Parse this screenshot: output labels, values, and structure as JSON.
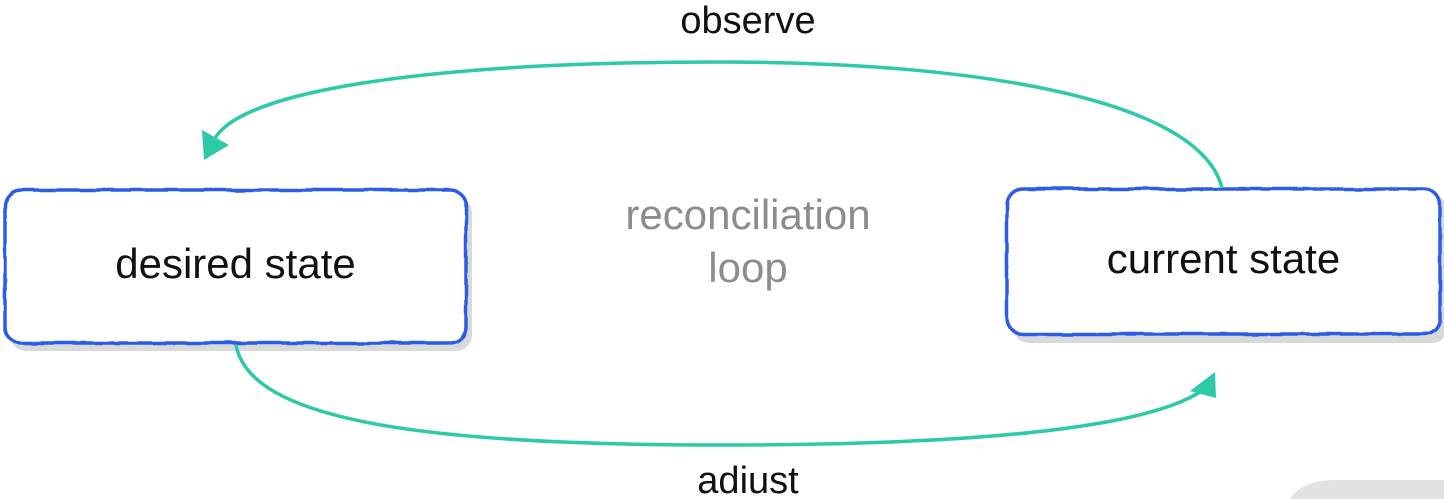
{
  "diagram": {
    "nodes": {
      "desired": {
        "label": "desired state"
      },
      "current": {
        "label": "current state"
      }
    },
    "edges": {
      "observe": {
        "label": "observe",
        "from": "current state",
        "to": "desired state"
      },
      "adjust": {
        "label": "adiust",
        "from": "desired state",
        "to": "current state"
      }
    },
    "center_label": {
      "line1": "reconciliation",
      "line2": "loop"
    },
    "colors": {
      "node_border": "#2b5ce6",
      "node_shadow": "#c9c9c9",
      "edge": "#2ec9a7",
      "text": "#111111",
      "center_text": "#8c8c8c"
    }
  }
}
